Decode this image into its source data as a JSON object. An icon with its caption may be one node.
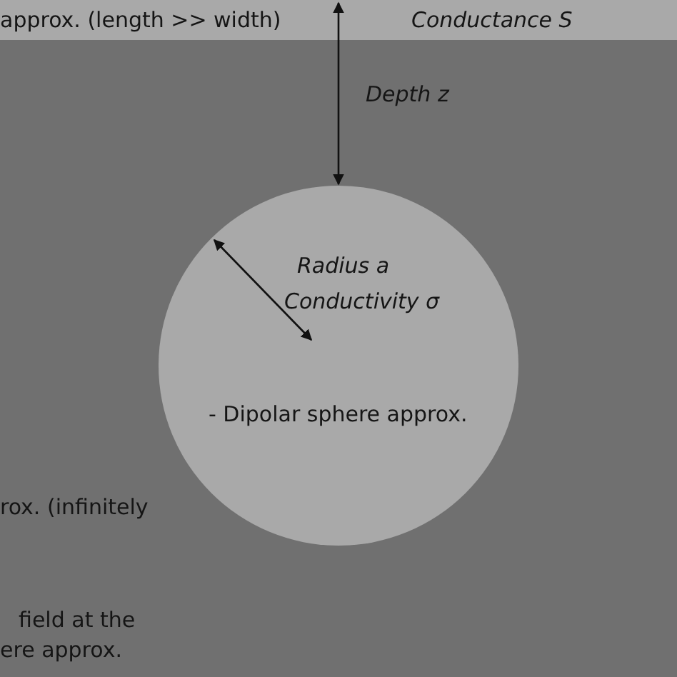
{
  "diagram": {
    "nodes": [
      {
        "text": [
          "approx. (length >> width)",
          "Conductance S"
        ]
      },
      {
        "text": [
          "Radius a",
          "Conductivity σ",
          "- Dipolar sphere approx."
        ]
      }
    ],
    "edges": [
      {
        "from": 0,
        "to": 1,
        "arrow": "both",
        "label": "Depth z"
      }
    ],
    "labels": [
      "rox. (infinitely",
      "field at the",
      "ere approx."
    ]
  }
}
